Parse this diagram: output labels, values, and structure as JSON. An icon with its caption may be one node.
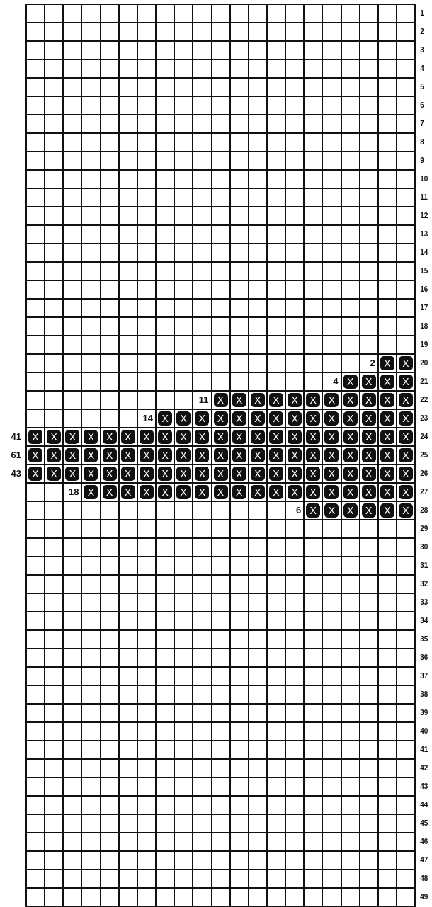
{
  "diagram": {
    "labels": [
      "1",
      "2",
      "3",
      "4",
      "5",
      "6",
      "7",
      "8",
      "9",
      "10",
      "11",
      "12",
      "13",
      "14",
      "15",
      "16",
      "17",
      "18",
      "19",
      "2",
      "X",
      "X",
      "20",
      "4",
      "X",
      "X",
      "X",
      "X",
      "21",
      "11",
      "X",
      "X",
      "X",
      "X",
      "X",
      "X",
      "X",
      "X",
      "X",
      "X",
      "X",
      "22",
      "14",
      "X",
      "X",
      "X",
      "X",
      "X",
      "X",
      "X",
      "X",
      "X",
      "X",
      "X",
      "X",
      "X",
      "X",
      "23",
      "41",
      "X",
      "X",
      "X",
      "X",
      "X",
      "X",
      "X",
      "X",
      "X",
      "X",
      "X",
      "X",
      "X",
      "X",
      "X",
      "X",
      "X",
      "X",
      "X",
      "X",
      "X",
      "24",
      "61",
      "X",
      "X",
      "X",
      "X",
      "X",
      "X",
      "X",
      "X",
      "X",
      "X",
      "X",
      "X",
      "X",
      "X",
      "X",
      "X",
      "X",
      "X",
      "X",
      "X",
      "X",
      "25",
      "43",
      "X",
      "X",
      "X",
      "X",
      "X",
      "X",
      "X",
      "X",
      "X",
      "X",
      "X",
      "X",
      "X",
      "X",
      "X",
      "X",
      "X",
      "X",
      "X",
      "X",
      "X",
      "26",
      "18",
      "X",
      "X",
      "X",
      "X",
      "X",
      "X",
      "X",
      "X",
      "X",
      "X",
      "X",
      "X",
      "X",
      "X",
      "X",
      "X",
      "X",
      "X",
      "27",
      "6",
      "X",
      "X",
      "X",
      "X",
      "X",
      "X",
      "28",
      "29",
      "30",
      "31",
      "32",
      "33",
      "34",
      "35",
      "36",
      "37",
      "38",
      "39",
      "40",
      "41",
      "42",
      "43",
      "44",
      "45",
      "46",
      "47",
      "48",
      "49"
    ]
  }
}
